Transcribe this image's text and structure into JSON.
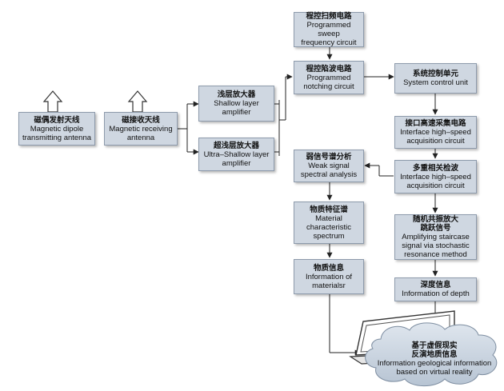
{
  "colors": {
    "box_fill": "#cfd7e1",
    "box_border": "#8d9aab",
    "line": "#222222",
    "cloud_fill": "#c9d4e0",
    "laptop_body": "#ffffff"
  },
  "icons": {
    "transmit_antenna": "antenna-arrow-icon",
    "receive_antenna": "antenna-arrow-icon",
    "terminal": "laptop-icon"
  },
  "nodes": {
    "magnetic_dipole_tx": {
      "zh": "磁偶发射天线",
      "en": [
        "Magnetic dipole",
        "transmitting antenna"
      ]
    },
    "magnetic_rx": {
      "zh": "磁接收天线",
      "en": [
        "Magnetic receiving",
        "antenna"
      ]
    },
    "shallow_amp": {
      "zh": "浅层放大器",
      "en": [
        "Shallow layer",
        "amplifier"
      ]
    },
    "ultra_shallow_amp": {
      "zh": "超浅层放大器",
      "en": [
        "Ultra–Shallow layer",
        "amplifier"
      ]
    },
    "sweep_circuit": {
      "zh": "程控扫频电路",
      "en": [
        "Programmed sweep",
        "frequency circuit"
      ]
    },
    "notching_circuit": {
      "zh": "程控陷波电路",
      "en": [
        "Programmed",
        "notching circuit"
      ]
    },
    "system_control": {
      "zh": "系统控制单元",
      "en": [
        "System control unit"
      ]
    },
    "interface_acq": {
      "zh": "接口高速采集电路",
      "en": [
        "Interface high–speed",
        "acquisition circuit"
      ]
    },
    "multi_correlation": {
      "zh": "多重相关检波",
      "en": [
        "Interface high–speed",
        "acquisition circuit"
      ]
    },
    "stochastic_amp": {
      "zh": [
        "随机共振放大",
        "跳跃信号"
      ],
      "en": [
        "Amplifying staircase",
        "signal via stochastic",
        "resonance method"
      ]
    },
    "depth_info": {
      "zh": "深度信息",
      "en": [
        "Information of depth"
      ]
    },
    "weak_signal": {
      "zh": "弱信号谱分析",
      "en": [
        "Weak signal",
        "spectral analysis"
      ]
    },
    "material_spectrum": {
      "zh": "物质特征谱",
      "en": [
        "Material",
        "characteristic",
        "spectrum"
      ]
    },
    "material_info": {
      "zh": "物质信息",
      "en": [
        "Information of",
        "materialsr"
      ]
    },
    "geo_info_vr": {
      "zh": [
        "基于虚假现实",
        "反演地质信息"
      ],
      "en": [
        "Information geological information",
        "based on virtual reality"
      ]
    }
  }
}
